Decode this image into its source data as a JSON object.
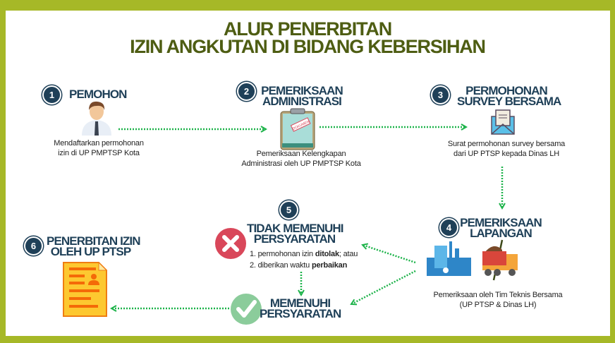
{
  "title": {
    "line1": "ALUR PENERBITAN",
    "line2": "IZIN ANGKUTAN DI BIDANG KEBERSIHAN"
  },
  "colors": {
    "border": "#a6b827",
    "title": "#4e5d13",
    "step_navy": "#1f4058",
    "arrow": "#1db34a",
    "reject": "#d9475a",
    "accept": "#8bcc9b"
  },
  "steps": [
    {
      "number": "1",
      "label": "PEMOHON",
      "icon": "person-icon",
      "desc1": "Mendaftarkan permohonan",
      "desc2": "izin di UP PMPTSP Kota"
    },
    {
      "number": "2",
      "label1": "PEMERIKSAAN",
      "label2": "ADMINISTRASI",
      "icon": "clipboard-icon",
      "stamp": "DOKUMEN",
      "desc1": "Pemeriksaan Kelengkapan",
      "desc2": "Administrasi oleh UP PMPTSP Kota"
    },
    {
      "number": "3",
      "label1": "PERMOHONAN",
      "label2": "SURVEY BERSAMA",
      "icon": "envelope-icon",
      "desc1": "Surat permohonan survey bersama",
      "desc2": "dari UP PTSP kepada Dinas LH"
    },
    {
      "number": "4",
      "label1": "PEMERIKSAAN",
      "label2": "LAPANGAN",
      "icon": "factory-truck-icon",
      "desc1": "Pemeriksaan oleh Tim Teknis Bersama",
      "desc2": "(UP PTSP & Dinas LH)"
    },
    {
      "number": "5",
      "label1": "TIDAK MEMENUHI",
      "label2": "PERSYARATAN",
      "icon": "x-circle-icon",
      "items": [
        {
          "num": "1.",
          "pre": "permohonan izin ",
          "bold": "ditolak",
          "post": "; atau"
        },
        {
          "num": "2.",
          "pre": "diberikan waktu ",
          "bold": "perbaikan",
          "post": ""
        }
      ]
    },
    {
      "label1": "MEMENUHI",
      "label2": "PERSYARATAN",
      "icon": "check-circle-icon"
    },
    {
      "number": "6",
      "label1": "PENERBITAN IZIN",
      "label2": "OLEH UP PTSP",
      "icon": "document-icon"
    }
  ]
}
